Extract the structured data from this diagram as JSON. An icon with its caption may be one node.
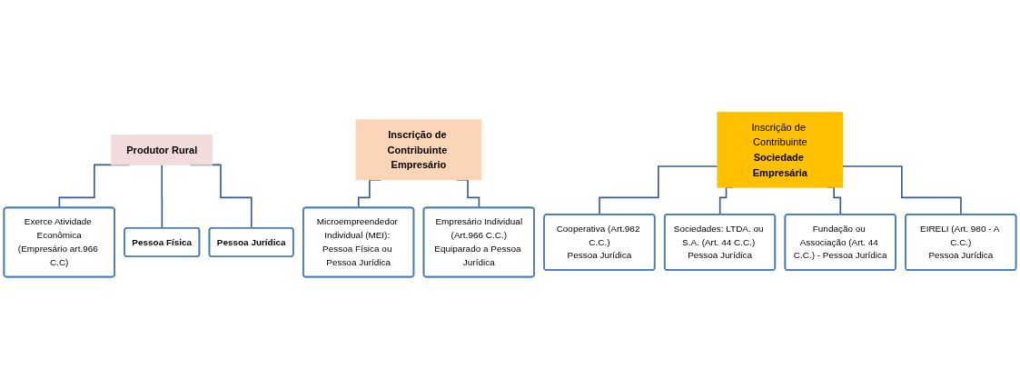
{
  "diagram": {
    "nodes": [
      {
        "text": [
          "Produtor Rural"
        ]
      },
      {
        "text": [
          "Exerce Atividade Econômica",
          "(Empresário art.966 C.C)"
        ]
      },
      {
        "text": [
          "Pessoa Física"
        ]
      },
      {
        "text": [
          "Pessoa Jurídica"
        ]
      },
      {
        "text": [
          "Inscrição de Contribuinte Empresário"
        ]
      },
      {
        "text": [
          "Microempreendedor Individual (MEI): Pessoa Física ou Pessoa Jurídica"
        ]
      },
      {
        "text": [
          "Empresário Individual",
          "(Art.966 C.C.)",
          "Equiparado a Pessoa Jurídica"
        ]
      },
      {
        "text": [
          "Inscrição de Contribuinte",
          "Sociedade Empresária"
        ]
      },
      {
        "text": [
          "Cooperativa (Art.982 C.C.)",
          "Pessoa Jurídica"
        ]
      },
      {
        "text": [
          "Sociedades: LTDA. ou S.A. (Art. 44 C.C.) Pessoa Jurídica"
        ]
      },
      {
        "text": [
          "Fundação ou Associação (Art. 44 C.C.) - Pessoa Jurídica"
        ]
      },
      {
        "text": [
          "EIRELI (Art. 980 - A C.C.)",
          "Pessoa Jurídica"
        ]
      }
    ],
    "edges": [
      {
        "from": 0,
        "to": 1,
        "arrow": "none"
      },
      {
        "from": 0,
        "to": 2,
        "arrow": "none"
      },
      {
        "from": 0,
        "to": 3,
        "arrow": "none"
      },
      {
        "from": 4,
        "to": 5,
        "arrow": "none"
      },
      {
        "from": 4,
        "to": 6,
        "arrow": "none"
      },
      {
        "from": 7,
        "to": 8,
        "arrow": "none"
      },
      {
        "from": 7,
        "to": 9,
        "arrow": "none"
      },
      {
        "from": 7,
        "to": 10,
        "arrow": "none"
      },
      {
        "from": 7,
        "to": 11,
        "arrow": "none"
      }
    ]
  }
}
